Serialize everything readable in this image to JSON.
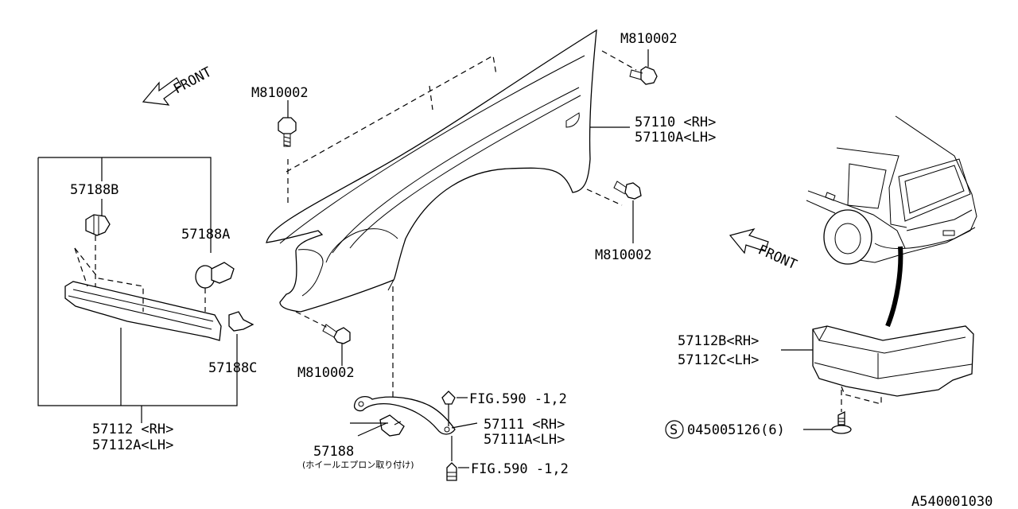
{
  "labels": {
    "front_top": "FRONT",
    "front_right": "FRONT",
    "m810002_top_right": "M810002",
    "m810002_top_left": "M810002",
    "m810002_mid_right": "M810002",
    "m810002_bottom": "M810002",
    "p57110_rh": "57110  <RH>",
    "p57110a_lh": "57110A<LH>",
    "p57188b": "57188B",
    "p57188a": "57188A",
    "p57188c": "57188C",
    "p57112_rh": "57112  <RH>",
    "p57112a_lh": "57112A<LH>",
    "p57188": "57188",
    "p57188_note": "(ホイールエプロン取り付け)",
    "fig590_top": "FIG.590  -1,2",
    "fig590_bottom": "FIG.590  -1,2",
    "p57111_rh": "57111  <RH>",
    "p57111a_lh": "57111A<LH>",
    "p57112b_rh": "57112B<RH>",
    "p57112c_lh": "57112C<LH>",
    "s_symbol": "S",
    "p045005126": "045005126(6)",
    "diagram_id": "A540001030"
  },
  "icons": {
    "front_arrow": "front-arrow-icon",
    "bolt": "bolt-icon",
    "clip": "clip-icon",
    "screw": "screw-icon",
    "vehicle": "vehicle-rear-view-icon"
  }
}
